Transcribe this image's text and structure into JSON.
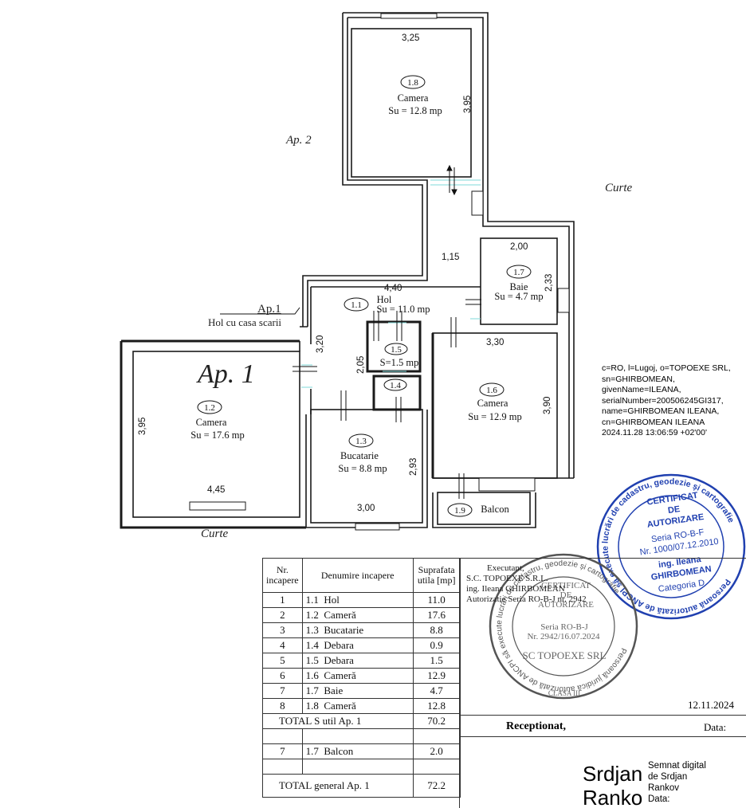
{
  "labels": {
    "ap2": "Ap. 2",
    "curte_right": "Curte",
    "curte_bottom": "Curte",
    "ap1_big": "Ap. 1",
    "ap1_small": "Ap.1",
    "hol_casa": "Hol cu casa scarii"
  },
  "rooms": [
    {
      "id": "1.8",
      "name": "Camera",
      "area": "Su = 12.8 mp"
    },
    {
      "id": "1.7",
      "name": "Baie",
      "area": "Su = 4.7 mp"
    },
    {
      "id": "1.1",
      "name": "Hol",
      "area": "Su = 11.0 mp"
    },
    {
      "id": "1.5",
      "name": "",
      "area": "S=1.5 mp"
    },
    {
      "id": "1.4",
      "name": "",
      "area": ""
    },
    {
      "id": "1.2",
      "name": "Camera",
      "area": "Su = 17.6 mp"
    },
    {
      "id": "1.3",
      "name": "Bucatarie",
      "area": "Su = 8.8 mp"
    },
    {
      "id": "1.6",
      "name": "Camera",
      "area": "Su = 12.9 mp"
    },
    {
      "id": "1.9",
      "name": "Balcon",
      "area": ""
    }
  ],
  "dimensions": {
    "d_325": "3,25",
    "d_395_top": "3,95",
    "d_115": "1,15",
    "d_200": "2,00",
    "d_233": "2,33",
    "d_440": "4,40",
    "d_320": "3,20",
    "d_205": "2,05",
    "d_330": "3,30",
    "d_390": "3,90",
    "d_395_left": "3,95",
    "d_445": "4,45",
    "d_293": "2,93",
    "d_300": "3,00"
  },
  "signature": [
    "c=RO, l=Lugoj, o=TOPOEXE SRL,",
    "sn=GHIRBOMEAN,",
    "givenName=ILEANA,",
    "serialNumber=200506245GI317,",
    "name=GHIRBOMEAN ILEANA,",
    "cn=GHIRBOMEAN ILEANA",
    "2024.11.28 13:06:59 +02'00'"
  ],
  "stamp_right": {
    "ring": "Persoană autorizată de ANCPI să execute lucrări de cadastru, geodezie și cartografie",
    "l1": "CERTIFICAT",
    "l2": "DE",
    "l3": "AUTORIZARE",
    "l4": "Seria RO-B-F",
    "l5": "Nr. 1000/07.12.2010",
    "l6": "ing. Ileana",
    "l7": "GHIRBOMEAN",
    "l8": "Categoria D"
  },
  "stamp_left": {
    "ring": "Persoană juridică autorizată de ANCPI să execute lucrări de cadastru, geodezie și cartografie",
    "l1": "CERTIFICAT",
    "l2": "DE",
    "l3": "AUTORIZARE",
    "l4": "Seria RO-B-J",
    "l5": "Nr. 2942/16.07.2024",
    "l6": "SC TOPOEXE SRL",
    "l7": "CLASA III"
  },
  "table": {
    "headers": {
      "nr": "Nr. incapere",
      "name": "Denumire incapere",
      "area": "Suprafata utila [mp]"
    },
    "rows": [
      {
        "nr": "1",
        "id": "1.1",
        "name": "Hol",
        "area": "11.0"
      },
      {
        "nr": "2",
        "id": "1.2",
        "name": "Cameră",
        "area": "17.6"
      },
      {
        "nr": "3",
        "id": "1.3",
        "name": "Bucatarie",
        "area": "8.8"
      },
      {
        "nr": "4",
        "id": "1.4",
        "name": "Debara",
        "area": "0.9"
      },
      {
        "nr": "5",
        "id": "1.5",
        "name": "Debara",
        "area": "1.5"
      },
      {
        "nr": "6",
        "id": "1.6",
        "name": "Cameră",
        "area": "12.9"
      },
      {
        "nr": "7",
        "id": "1.7",
        "name": "Baie",
        "area": "4.7"
      },
      {
        "nr": "8",
        "id": "1.8",
        "name": "Cameră",
        "area": "12.8"
      }
    ],
    "total_util": {
      "label": "TOTAL  S util Ap. 1",
      "area": "70.2"
    },
    "balcon": {
      "nr": "7",
      "id": "1.7",
      "name": "Balcon",
      "area": "2.0"
    },
    "total_general": {
      "label": "TOTAL  general Ap. 1",
      "area": "72.2"
    }
  },
  "executant": {
    "l1": "Executant,",
    "l2": "S.C. TOPOEXE S.R.L.",
    "l3": "ing. Ileana GHIRBOMEAN",
    "l4": "Autorizatie Seria RO-B-J nr. 2942",
    "date": "12.11.2024"
  },
  "receptie": {
    "title": "Receptionat,",
    "date": "Data:"
  },
  "digital": {
    "name": "Srdjan Ranko",
    "lines": [
      "Semnat digital",
      "de Srdjan",
      "Rankov",
      "Data:"
    ]
  },
  "colors": {
    "wall": "#1a1a1a",
    "stamp": "#2040b0",
    "stamp_grey": "#555555",
    "window": "#7fd8d8"
  }
}
